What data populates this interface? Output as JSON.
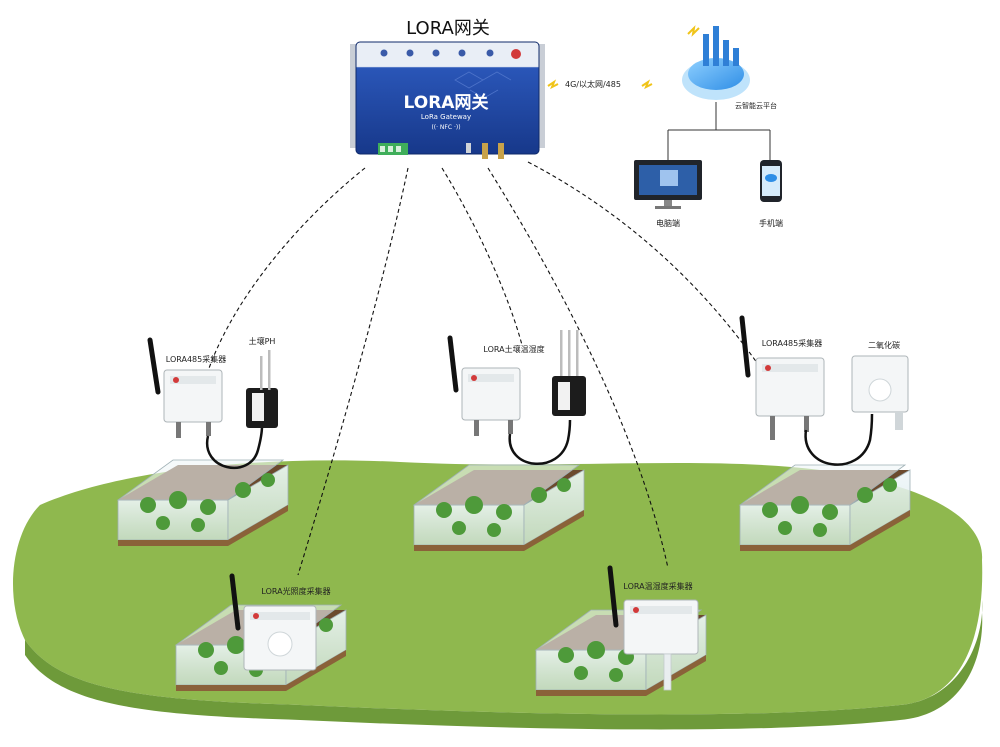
{
  "gateway": {
    "title": "LORA网关",
    "panel_title": "LORA网关",
    "panel_subtitle": "LoRa Gateway",
    "panel_nfc": "((· NFC ·))",
    "link_label": "4G/以太网/485"
  },
  "cloud": {
    "label": "云智能云平台"
  },
  "clients": {
    "pc_label": "电脑端",
    "mobile_label": "手机端"
  },
  "devices": {
    "d1": "LORA485采集器",
    "d1_probe": "土壤PH",
    "d2": "LORA土壤温湿度",
    "d3": "LORA485采集器",
    "d3_sensor": "二氧化碳",
    "d4": "LORA光照度采集器",
    "d5": "LORA温湿度采集器"
  },
  "colors": {
    "ground": "#8fb84e",
    "ground_edge": "#6e9a3a",
    "gateway_body": "#1f4aa8",
    "wire": "#111111"
  }
}
